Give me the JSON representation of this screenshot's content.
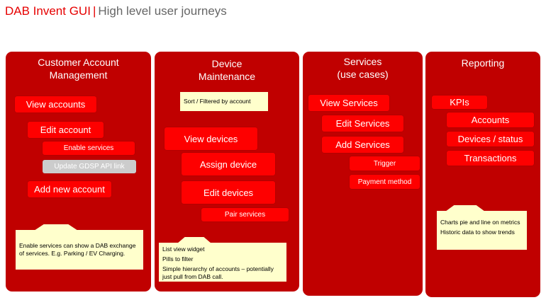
{
  "header": {
    "title": "DAB Invent GUI",
    "separator": "|",
    "subtitle": "High level user journeys"
  },
  "columns": [
    {
      "heading_lines": [
        "Customer Account",
        "Management"
      ],
      "items": [
        "View accounts",
        "Edit account",
        "Enable services",
        "Update  GDSP API link",
        "Add new account"
      ],
      "note": "Enable services can show a DAB exchange of services. E.g. Parking / EV Charging."
    },
    {
      "heading_lines": [
        "Device",
        "Maintenance"
      ],
      "top_note": "Sort  / Filtered by account",
      "items": [
        "View devices",
        "Assign device",
        "Edit devices",
        "Pair services"
      ],
      "note_lines": [
        "List view widget",
        "Pills to filter",
        "Simple hierarchy of accounts – potentially just pull from DAB call."
      ]
    },
    {
      "heading_lines": [
        "Services",
        "(use cases)"
      ],
      "items": [
        "View Services",
        "Edit Services",
        "Add Services",
        "Trigger",
        "Payment method"
      ]
    },
    {
      "heading_lines": [
        "Reporting"
      ],
      "items": [
        "KPIs",
        "Accounts",
        "Devices / status",
        "Transactions"
      ],
      "note_lines": [
        "Charts pie and line on metrics",
        "Historic data to show trends"
      ]
    }
  ],
  "colors": {
    "panel": "#c00000",
    "button": "#fe0000",
    "disabled_button": "#cccccc",
    "note": "#ffffcc",
    "title_red": "#e60000",
    "title_grey": "#666666"
  }
}
